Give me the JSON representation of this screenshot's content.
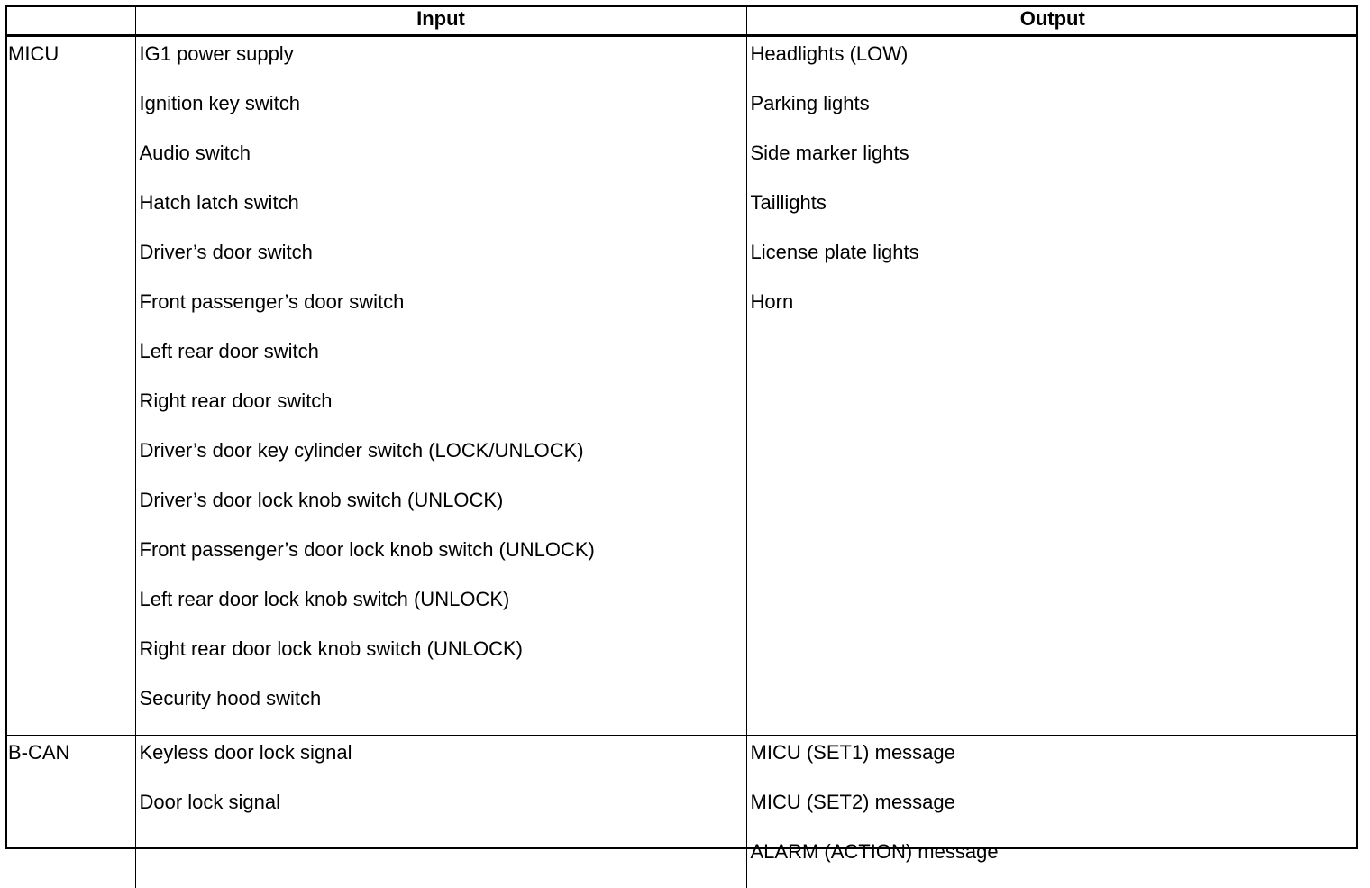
{
  "table": {
    "headers": [
      "",
      "Input",
      "Output"
    ],
    "groups": [
      {
        "label": "MICU",
        "inputs": [
          "IG1 power supply",
          "Ignition key switch",
          "Audio switch",
          "Hatch latch switch",
          "Driver’s door switch",
          "Front passenger’s door switch",
          "Left rear door switch",
          "Right rear door switch",
          "Driver’s door key cylinder switch (LOCK/UNLOCK)",
          "Driver’s door lock knob switch (UNLOCK)",
          "Front passenger’s door lock knob switch (UNLOCK)",
          "Left rear door lock knob switch (UNLOCK)",
          "Right rear door lock knob switch (UNLOCK)",
          "Security hood switch"
        ],
        "outputs": [
          "Headlights (LOW)",
          "Parking lights",
          "Side marker lights",
          "Taillights",
          "License plate lights",
          "Horn"
        ]
      },
      {
        "label": "B-CAN",
        "inputs": [
          "Keyless door lock signal",
          "Door lock signal"
        ],
        "outputs": [
          "MICU (SET1) message",
          "MICU (SET2) message",
          "ALARM (ACTION) message"
        ]
      }
    ]
  }
}
